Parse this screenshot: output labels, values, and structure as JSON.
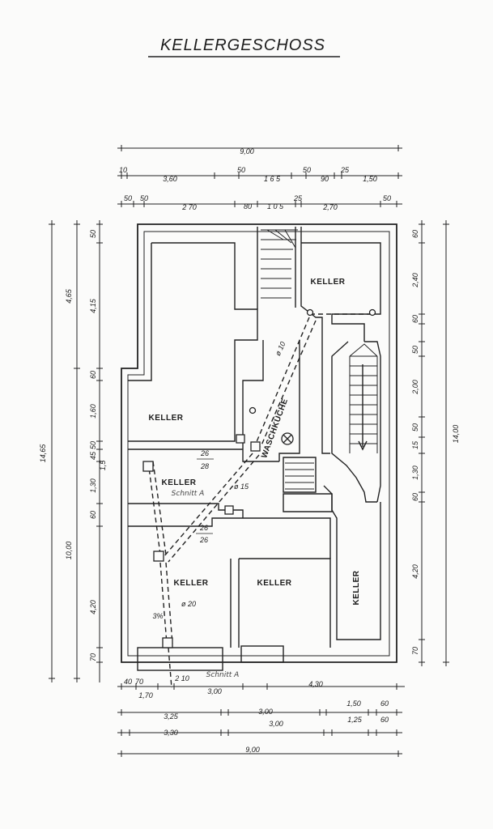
{
  "title": "KELLERGESCHOSS",
  "rooms": {
    "keller_nw": "KELLER",
    "keller_ne": "KELLER",
    "keller_mid": "KELLER",
    "keller_sw": "KELLER",
    "keller_s": "KELLER",
    "keller_e": "KELLER",
    "waschkueche": "WASCHKÜCHE"
  },
  "annotations": {
    "chimney_top": "26",
    "chimney_bot": "28",
    "chimney2_top": "26",
    "chimney2_bot": "26",
    "pipe_10": "ø 10",
    "pipe_15": "ø 15",
    "pipe_20": "ø 20",
    "slope": "3%",
    "section_a1": "Schnitt A",
    "section_a2": "Schnitt A"
  },
  "dims_top": {
    "total": "9,00",
    "r1": [
      "10",
      "3,60",
      "50",
      "1 6 5",
      "50",
      "90",
      "25",
      "1,50"
    ],
    "r2": [
      "50",
      "50",
      "2 70",
      "80",
      "1 0 5",
      "25",
      "2,70",
      "50"
    ]
  },
  "dims_left": {
    "total": "14,65",
    "a": "4,65",
    "b": "10,00",
    "r": [
      "50",
      "4,15",
      "60",
      "1,60",
      "50",
      "45",
      "1,5",
      "1,30",
      "60",
      "4,20",
      "70"
    ]
  },
  "dims_right": {
    "total": "14,00",
    "r": [
      "60",
      "2,40",
      "60",
      "50",
      "2,00",
      "50",
      "15",
      "1,30",
      "60",
      "4,20",
      "70"
    ]
  },
  "dims_bottom": {
    "r1": [
      "40",
      "70",
      "1,70",
      "3,00",
      "2 10",
      "4,30"
    ],
    "r2": [
      "3,25",
      "3,00",
      "1,50",
      "60"
    ],
    "r3": [
      "3,30",
      "3,00",
      "1,25",
      "60"
    ],
    "total": "9,00"
  }
}
